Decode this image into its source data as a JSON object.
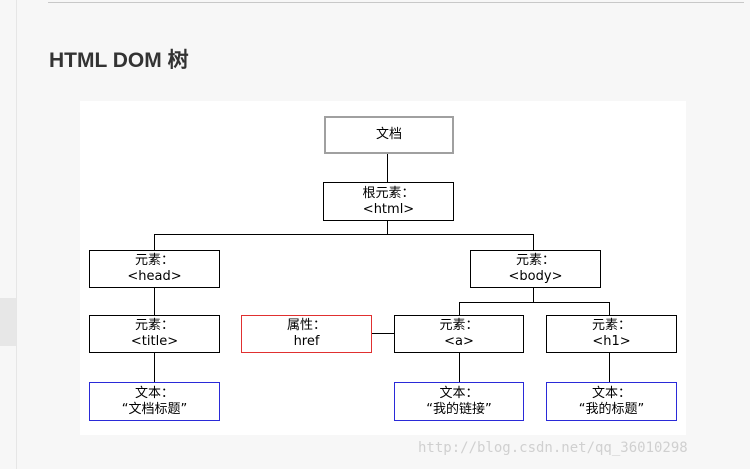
{
  "page": {
    "heading": "HTML DOM 树"
  },
  "diagram": {
    "nodes": {
      "document": {
        "line1": "文档"
      },
      "html": {
        "line1": "根元素：",
        "line2": "<html>"
      },
      "head": {
        "line1": "元素：",
        "line2": "<head>"
      },
      "body": {
        "line1": "元素：",
        "line2": "<body>"
      },
      "title": {
        "line1": "元素：",
        "line2": "<title>"
      },
      "attr_href": {
        "line1": "属性：",
        "line2": "href"
      },
      "a": {
        "line1": "元素：",
        "line2": "<a>"
      },
      "h1": {
        "line1": "元素：",
        "line2": "<h1>"
      },
      "text_title": {
        "line1": "文本：",
        "line2": "“文档标题”"
      },
      "text_link": {
        "line1": "文本：",
        "line2": "“我的链接”"
      },
      "text_h1": {
        "line1": "文本：",
        "line2": "“我的标题”"
      }
    },
    "colors": {
      "document_border": "#a0a0a0",
      "attribute_border": "#e03030",
      "text_border": "#2a2ad8",
      "element_border": "#000000"
    }
  },
  "watermark": "http://blog.csdn.net/qq_36010298"
}
